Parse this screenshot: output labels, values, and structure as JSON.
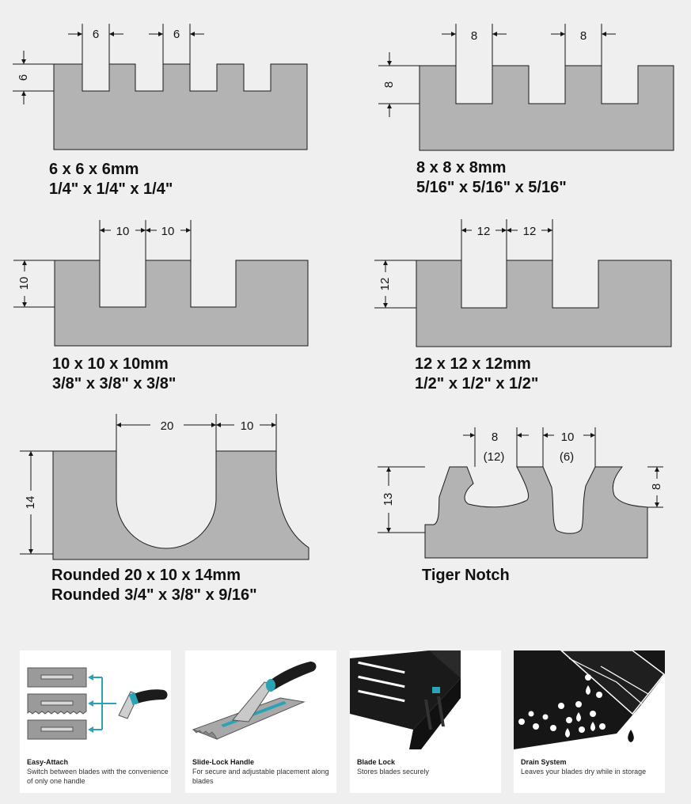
{
  "profiles": [
    {
      "id": "6mm",
      "dims": [
        "6",
        "6",
        "6"
      ],
      "caption_mm": "6 x 6 x 6mm",
      "caption_in": "1/4\" x 1/4\" x 1/4\""
    },
    {
      "id": "8mm",
      "dims": [
        "8",
        "8",
        "8"
      ],
      "caption_mm": "8 x 8 x 8mm",
      "caption_in": "5/16\" x 5/16\" x 5/16\""
    },
    {
      "id": "10mm",
      "dims": [
        "10",
        "10",
        "10"
      ],
      "caption_mm": "10 x 10 x 10mm",
      "caption_in": "3/8\" x 3/8\" x 3/8\""
    },
    {
      "id": "12mm",
      "dims": [
        "12",
        "12",
        "12"
      ],
      "caption_mm": "12 x 12 x 12mm",
      "caption_in": "1/2\" x 1/2\" x 1/2\""
    },
    {
      "id": "rounded",
      "dims": [
        "20",
        "10",
        "14"
      ],
      "caption_mm": "Rounded 20 x 10 x 14mm",
      "caption_in": "Rounded 3/4\" x 3/8\" x 9/16\""
    },
    {
      "id": "tiger",
      "dims": [
        "8",
        "(12)",
        "10",
        "(6)",
        "13",
        "8"
      ],
      "caption_mm": "Tiger Notch"
    }
  ],
  "features": [
    {
      "title": "Easy-Attach",
      "desc": "Switch between blades with the convenience of only one handle"
    },
    {
      "title": "Slide-Lock Handle",
      "desc": "For secure and adjustable placement along blades"
    },
    {
      "title": "Blade Lock",
      "desc": "Stores blades securely"
    },
    {
      "title": "Drain System",
      "desc": "Leaves your blades dry while in storage"
    }
  ],
  "colors": {
    "background": "#efefef",
    "blade_fill": "#b3b3b3",
    "outline": "#1a1a1a",
    "accent": "#2aa3b5",
    "card": "#ffffff"
  }
}
